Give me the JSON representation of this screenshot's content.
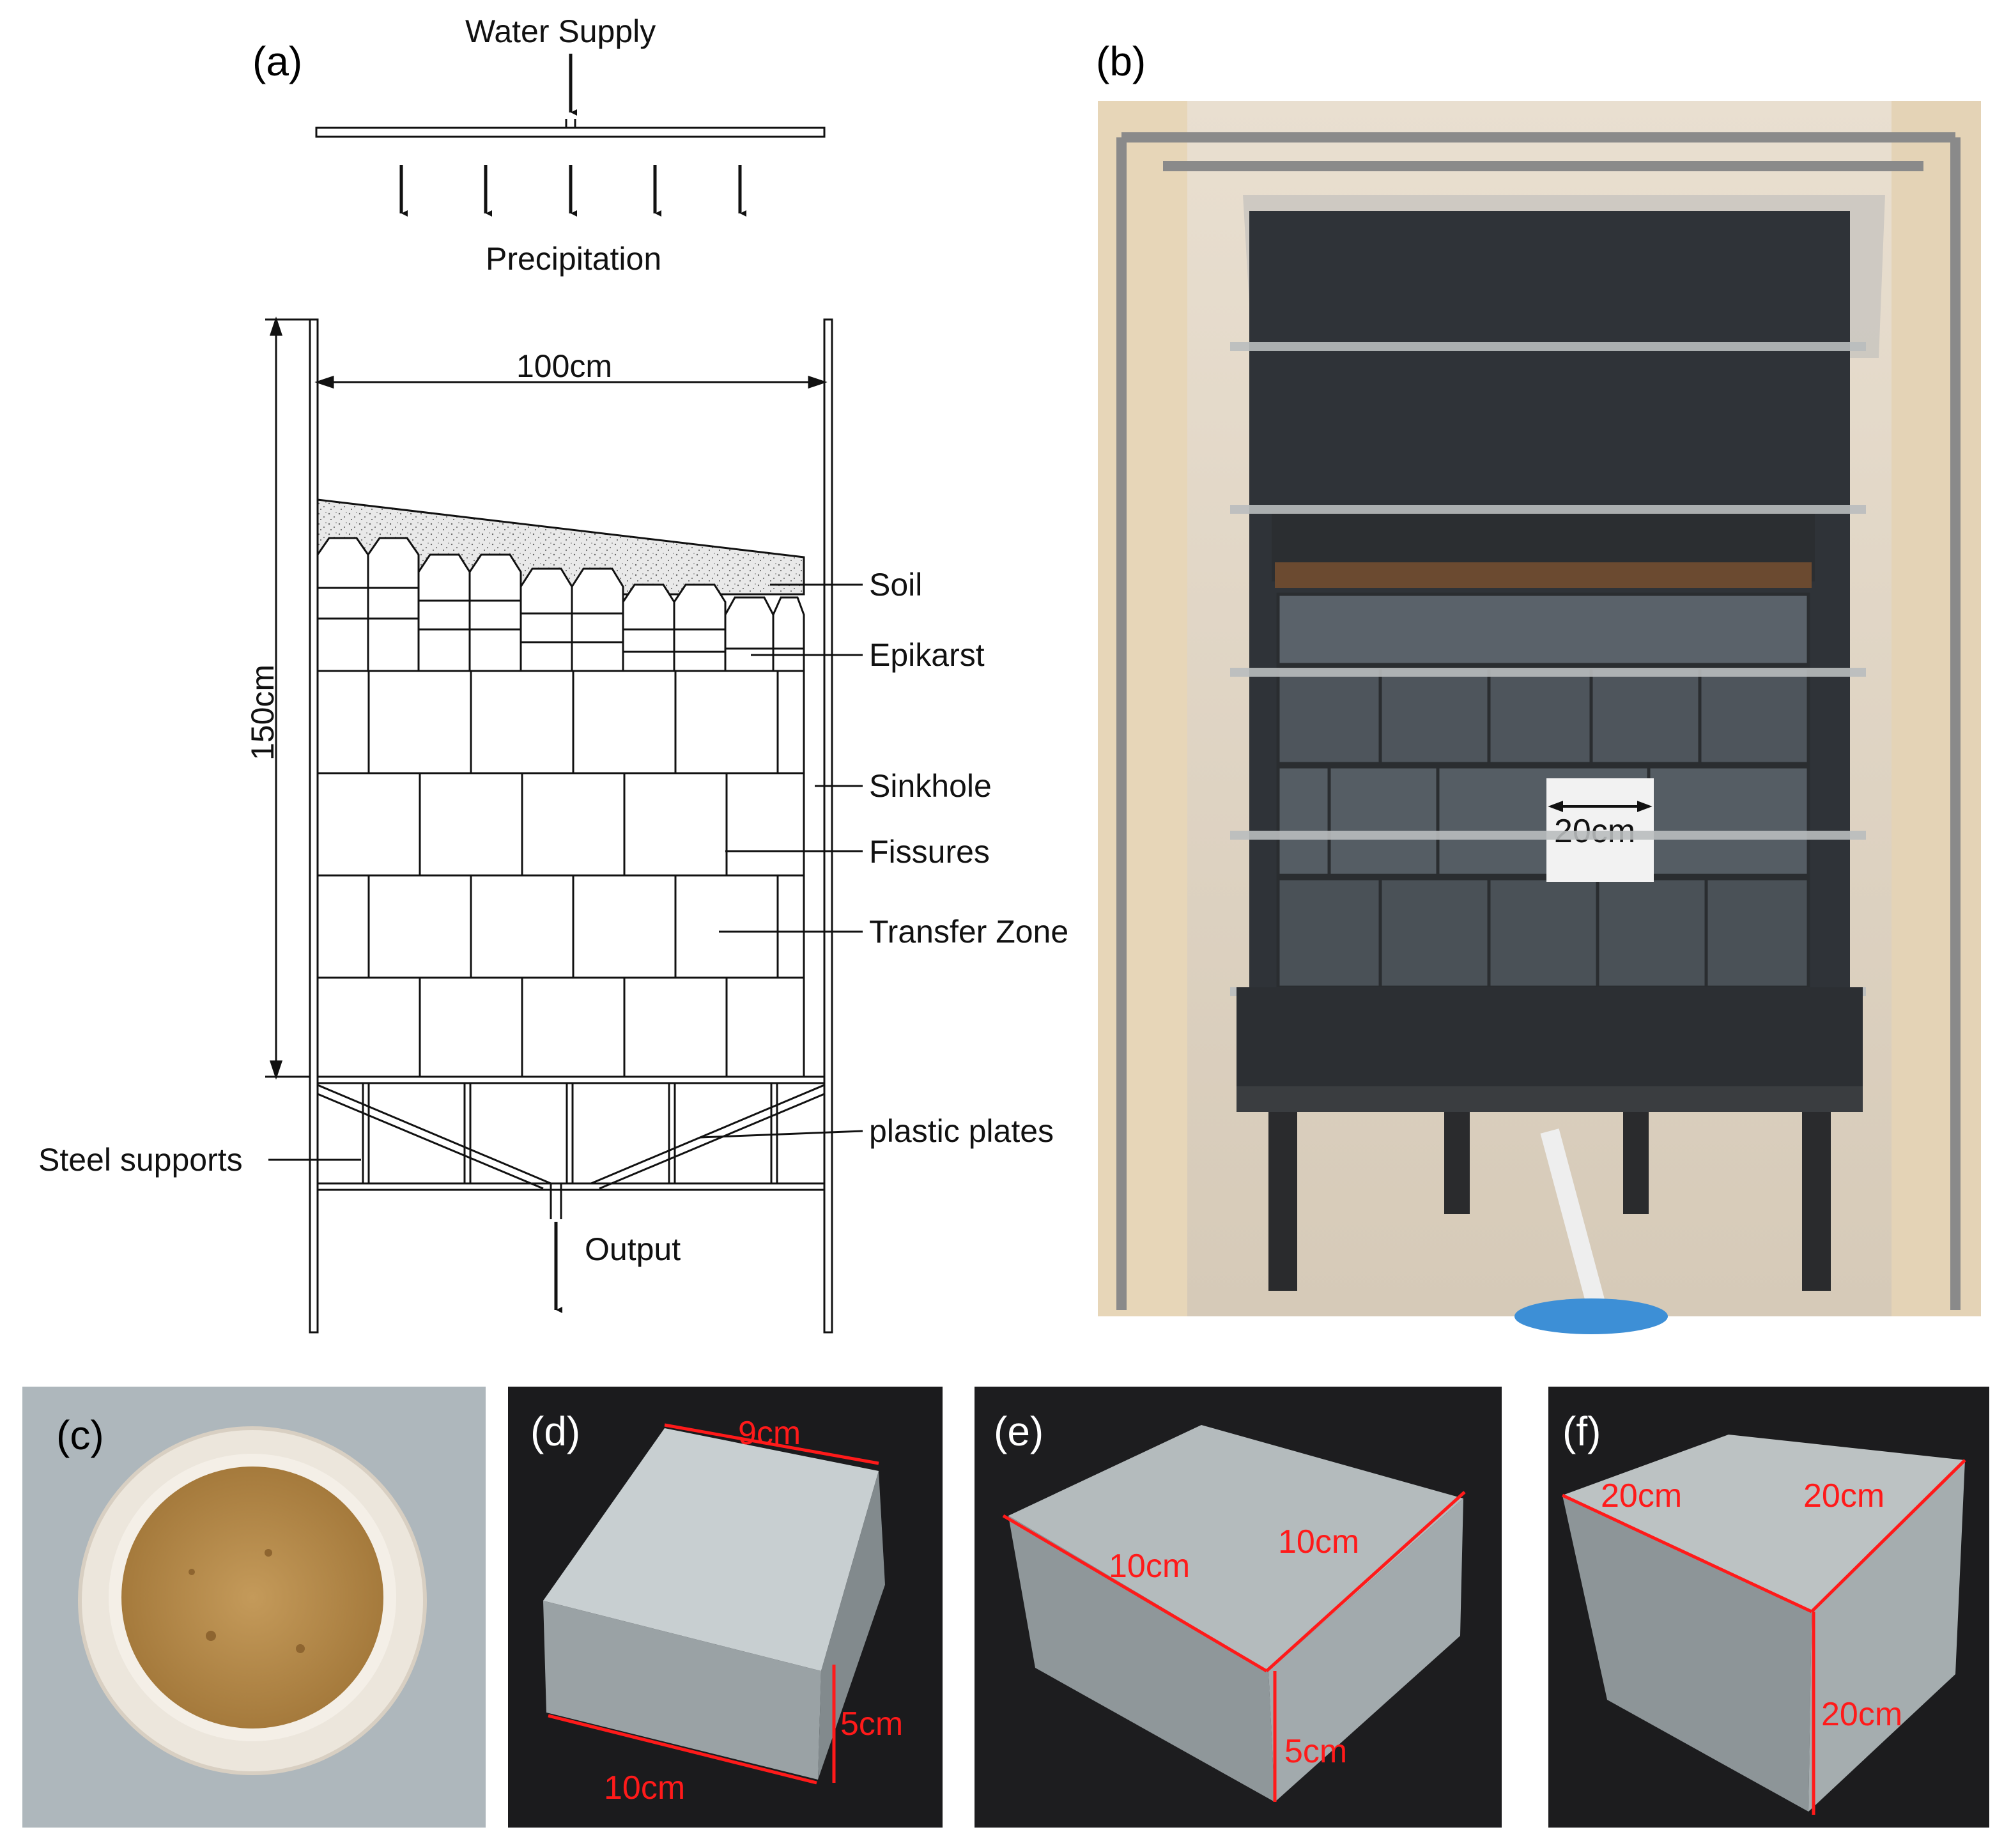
{
  "panels": {
    "a": "(a)",
    "b": "(b)",
    "c": "(c)",
    "d": "(d)",
    "e": "(e)",
    "f": "(f)"
  },
  "diagram": {
    "water_supply": "Water Supply",
    "precipitation": "Precipitation",
    "width_dim": "100cm",
    "height_dim": "150cm",
    "soil": "Soil",
    "epikarst": "Epikarst",
    "sinkhole": "Sinkhole",
    "fissures": "Fissures",
    "transfer_zone": "Transfer Zone",
    "plastic_plates": "plastic plates",
    "steel_supports": "Steel supports",
    "output": "Output"
  },
  "photo_b": {
    "dim": "20cm"
  },
  "photo_d": {
    "top": "9cm",
    "height": "5cm",
    "length": "10cm"
  },
  "photo_e": {
    "left": "10cm",
    "right": "10cm",
    "height": "5cm"
  },
  "photo_f": {
    "left": "20cm",
    "right": "20cm",
    "height": "20cm"
  },
  "colors": {
    "line": "#111111",
    "soil": "#e6e6e6",
    "dimension_red": "#ff1a1a",
    "dark_block": "#4a5058",
    "powder": "#b8894a",
    "block_grey": "#a7adaf"
  }
}
